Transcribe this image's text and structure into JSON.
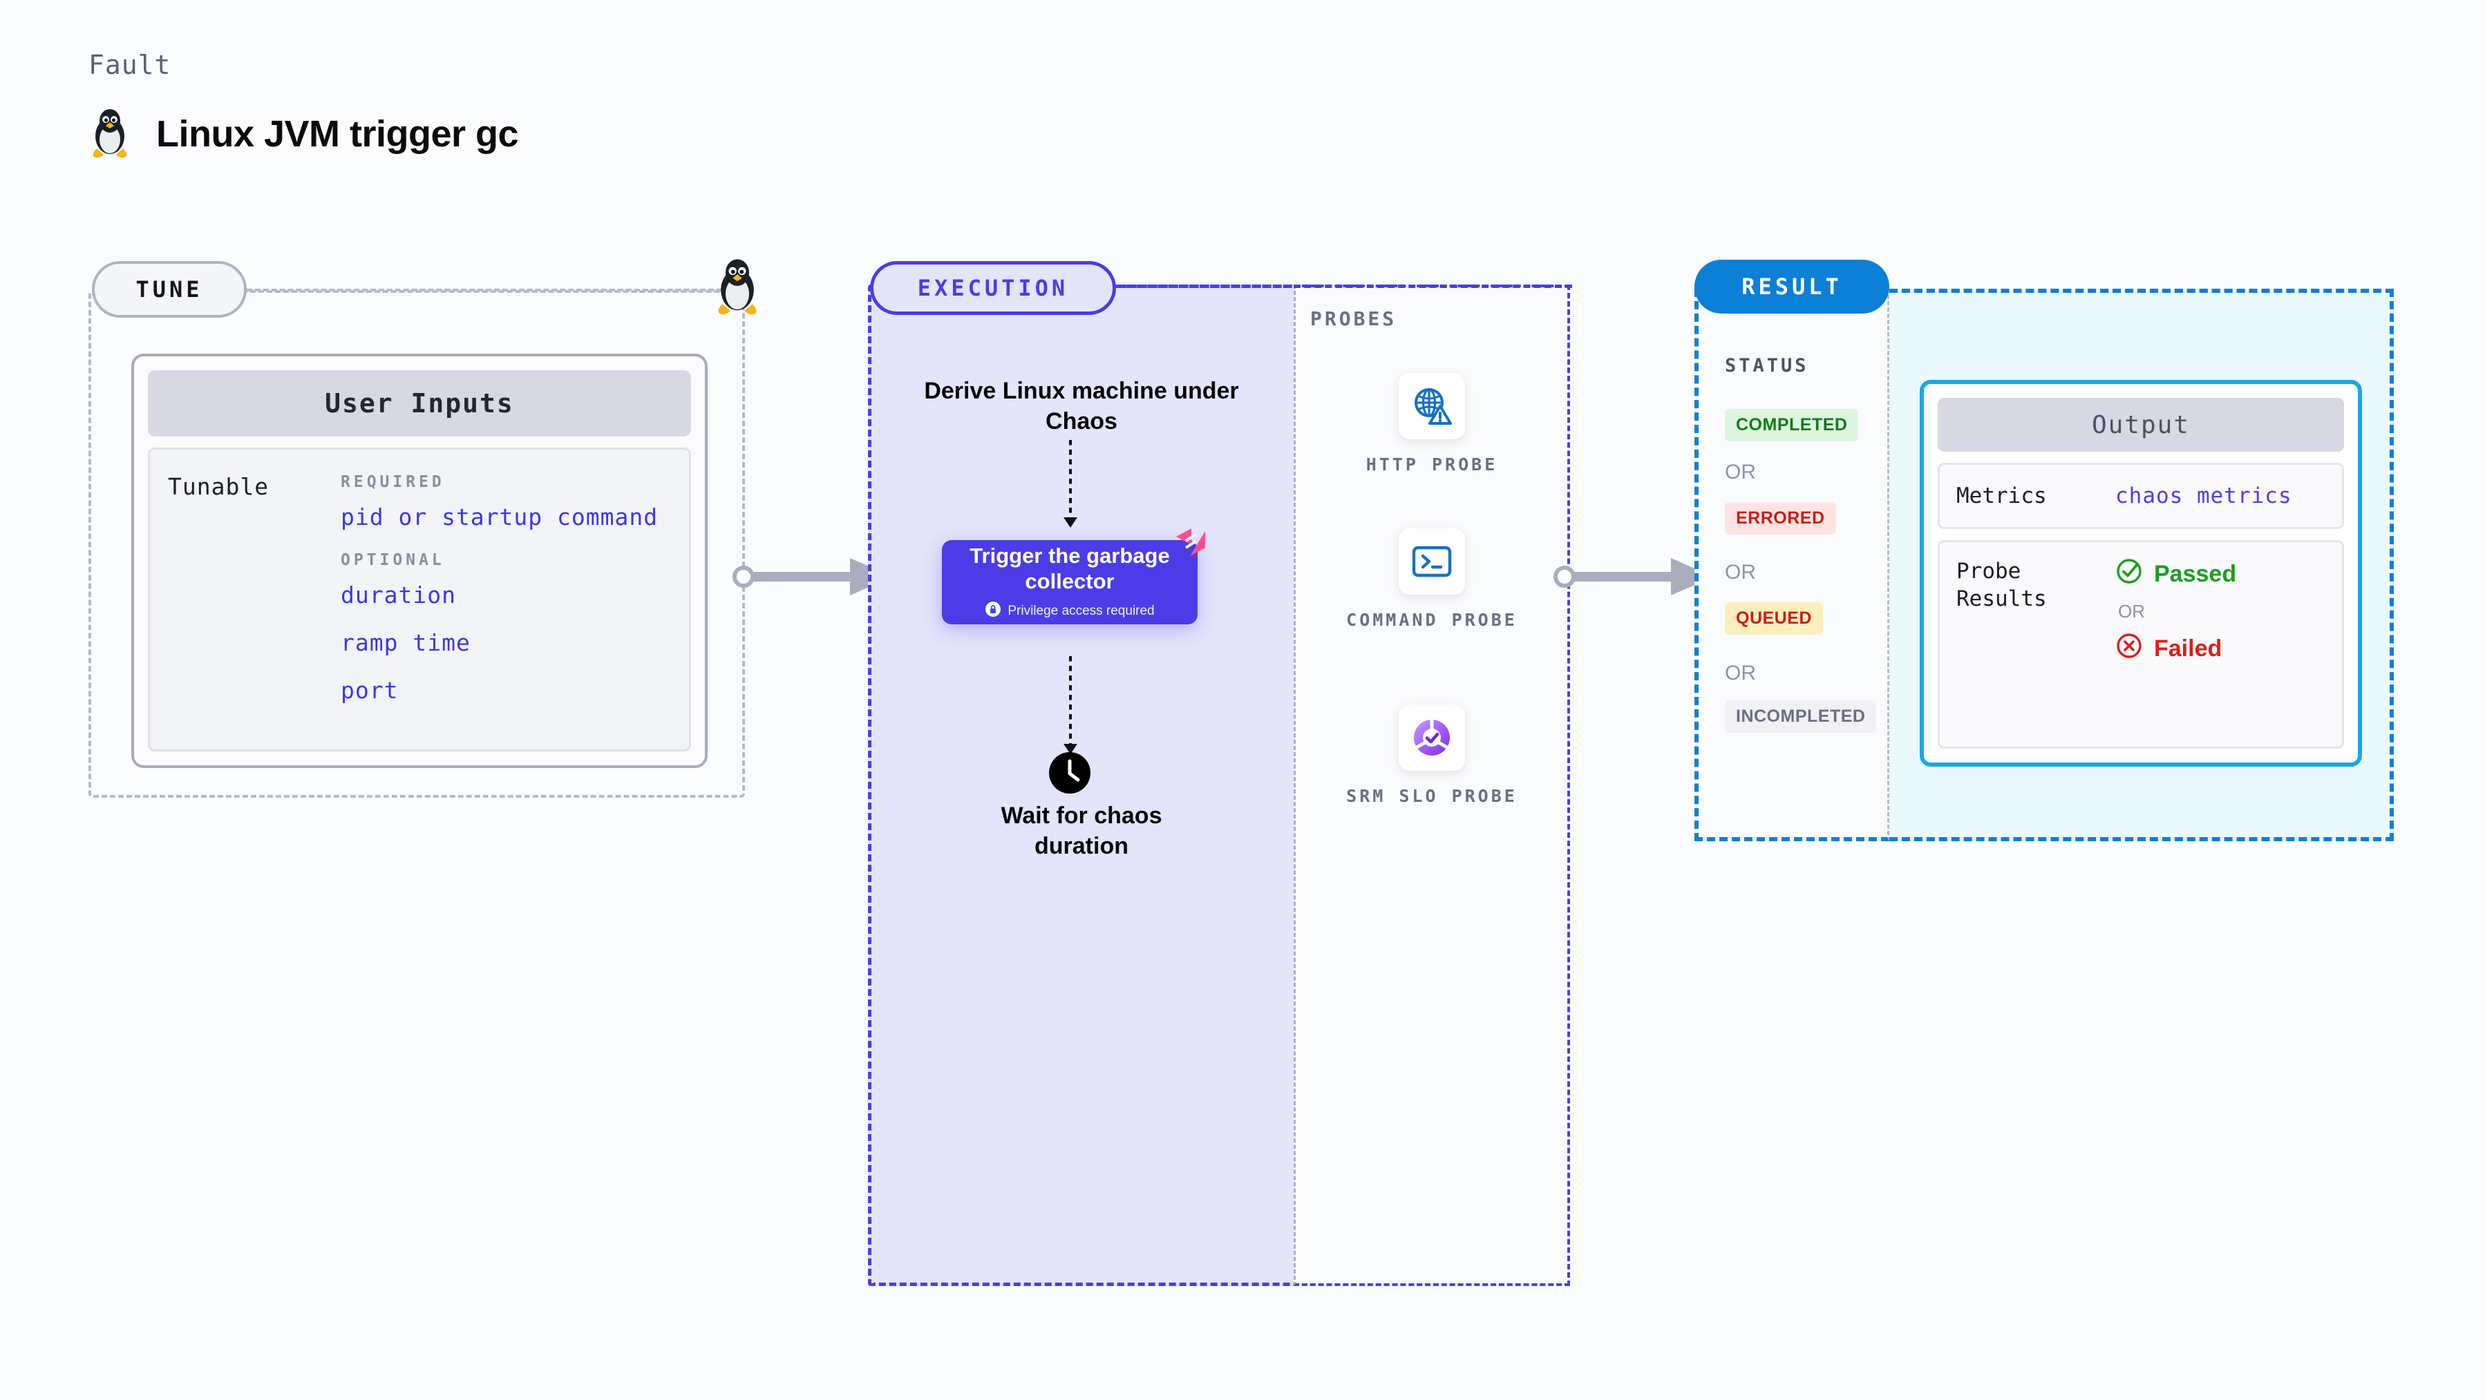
{
  "header": {
    "eyebrow": "Fault",
    "title": "Linux JVM trigger gc",
    "icon": "linux-penguin-icon"
  },
  "tune": {
    "badge": "TUNE",
    "card_title": "User Inputs",
    "tunable_label": "Tunable",
    "groups": [
      {
        "heading": "REQUIRED",
        "items": [
          "pid or startup command"
        ]
      },
      {
        "heading": "OPTIONAL",
        "items": [
          "duration",
          "ramp time",
          "port"
        ]
      }
    ]
  },
  "execution": {
    "badge": "EXECUTION",
    "step1": "Derive Linux machine under Chaos",
    "action_card": {
      "title": "Trigger the garbage collector",
      "privilege_note": "Privilege access required",
      "lock_icon": "lock-icon",
      "corner_icon": "harness-logo-icon"
    },
    "step3": "Wait for chaos duration",
    "clock_icon": "clock-icon"
  },
  "probes": {
    "title": "PROBES",
    "items": [
      {
        "label": "HTTP PROBE",
        "icon": "globe-warning-icon"
      },
      {
        "label": "COMMAND PROBE",
        "icon": "terminal-prompt-icon"
      },
      {
        "label": "SRM SLO PROBE",
        "icon": "slo-donut-check-icon"
      }
    ]
  },
  "result": {
    "badge": "RESULT",
    "status_title": "STATUS",
    "or_label": "OR",
    "statuses": [
      {
        "label": "COMPLETED",
        "bg": "#ddf5df",
        "fg": "#147a1b"
      },
      {
        "label": "ERRORED",
        "bg": "#fde4e3",
        "fg": "#cf1b16"
      },
      {
        "label": "QUEUED",
        "bg": "#fdeebe",
        "fg": "#cb1c17"
      },
      {
        "label": "INCOMPLETED",
        "bg": "#f0f0f5",
        "fg": "#6b6f80"
      }
    ]
  },
  "output": {
    "card_title": "Output",
    "metrics_key": "Metrics",
    "metrics_value": "chaos metrics",
    "probe_results_key": "Probe Results",
    "passed_label": "Passed",
    "failed_label": "Failed",
    "or_label": "OR",
    "passed_icon": "check-circle-icon",
    "failed_icon": "x-circle-icon"
  },
  "colors": {
    "accent_purple": "#4b3ce8",
    "accent_blue": "#0c7fd7",
    "accent_cyan": "#18a8e8",
    "link_blue": "#3c35e8",
    "connector_gray": "#aaadbe"
  }
}
